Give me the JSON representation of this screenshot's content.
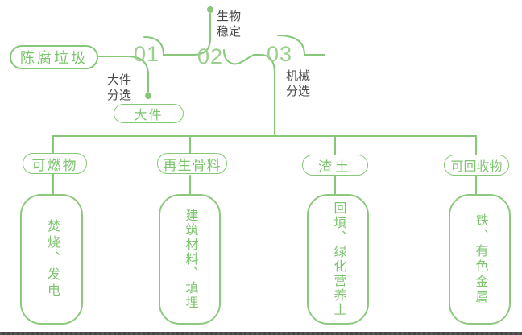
{
  "colors": {
    "accent_green": "#87c77a",
    "number_green": "#9ad08c",
    "label_gray": "#4a4a4a",
    "footer_gray": "#4c4c4c"
  },
  "source": {
    "label": "陈腐垃圾"
  },
  "steps": [
    {
      "number": "01",
      "annotation": "大件\n分选",
      "output": "大件"
    },
    {
      "number": "02",
      "annotation": "生物\n稳定"
    },
    {
      "number": "03",
      "annotation": "机械\n分选"
    }
  ],
  "branches": [
    {
      "category": "可燃物",
      "result": "焚烧、发电"
    },
    {
      "category": "再生骨料",
      "result": "建筑材料、填埋"
    },
    {
      "category": "渣土",
      "result": "回填、绿化营养土"
    },
    {
      "category": "可回收物",
      "result": "铁、有色金属"
    }
  ]
}
